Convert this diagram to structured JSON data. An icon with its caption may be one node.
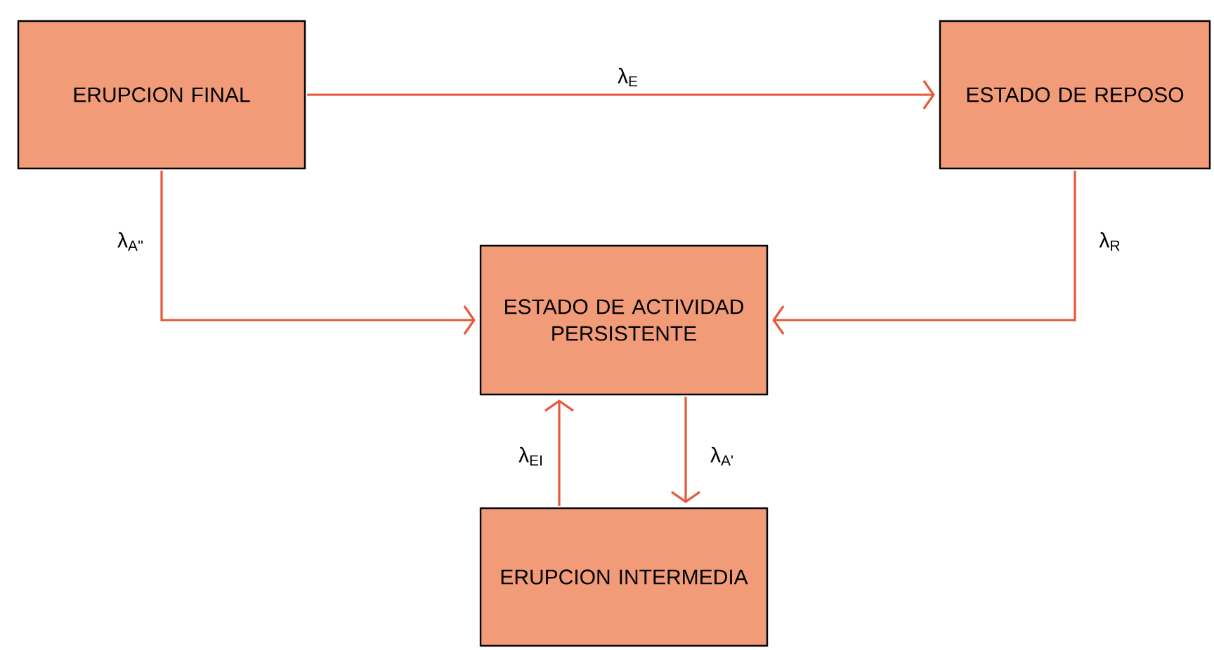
{
  "diagram": {
    "nodes": [
      {
        "text": [
          "ERUPCION FINAL"
        ]
      },
      {
        "text": [
          "ESTADO DE REPOSO"
        ]
      },
      {
        "text": [
          "ESTADO DE ACTIVIDAD PERSISTENTE"
        ]
      },
      {
        "text": [
          "ERUPCION INTERMEDIA"
        ]
      }
    ],
    "edges": [
      {
        "from": 0,
        "to": 1,
        "arrow": "to",
        "label": "λ$_{E}$"
      },
      {
        "from": 0,
        "to": 2,
        "arrow": "to",
        "label": "λ$_{A''}$"
      },
      {
        "from": 1,
        "to": 2,
        "arrow": "to",
        "label": "λ$_{R}$"
      },
      {
        "from": 3,
        "to": 2,
        "arrow": "to",
        "label": "λ$_{EI}$"
      },
      {
        "from": 2,
        "to": 3,
        "arrow": "to",
        "label": "λ$_{A'}$"
      }
    ]
  }
}
